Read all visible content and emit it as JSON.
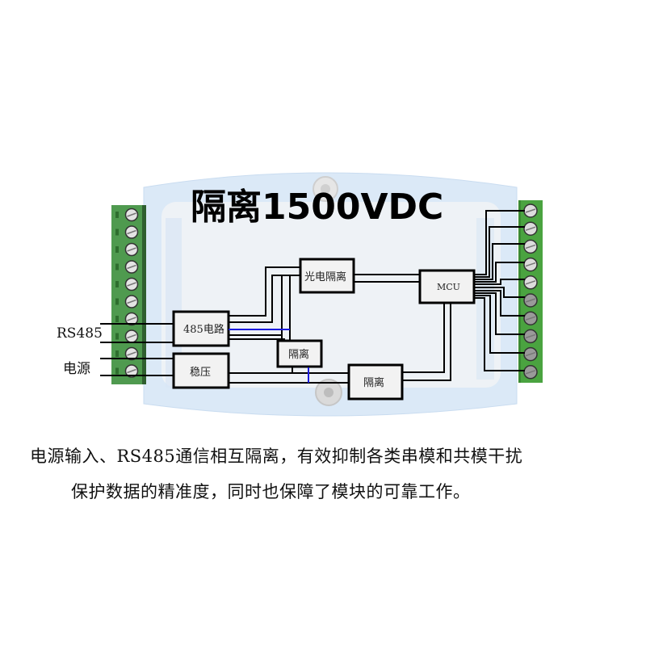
{
  "diagram": {
    "title": "隔离1500VDC",
    "left_labels": {
      "rs485": "RS485",
      "power": "电源"
    },
    "blocks": {
      "rs485_circuit": "485电路",
      "regulator": "稳压",
      "opto_isolation": "光电隔离",
      "isolation_small": "隔离",
      "isolation_power": "隔离",
      "mcu": "MCU"
    },
    "terminal_blocks": {
      "left_count": 10,
      "right_count": 10
    },
    "colors": {
      "terminal_green": "#4f9a4f",
      "body_blue": "#dbe9f7",
      "body_inner": "#f1f1f1",
      "signal_blue": "#1a1adf",
      "line_black": "#000000"
    }
  },
  "caption": {
    "line1": "电源输入、RS485通信相互隔离，有效抑制各类串模和共模干扰",
    "line2": "保护数据的精准度，同时也保障了模块的可靠工作。"
  }
}
